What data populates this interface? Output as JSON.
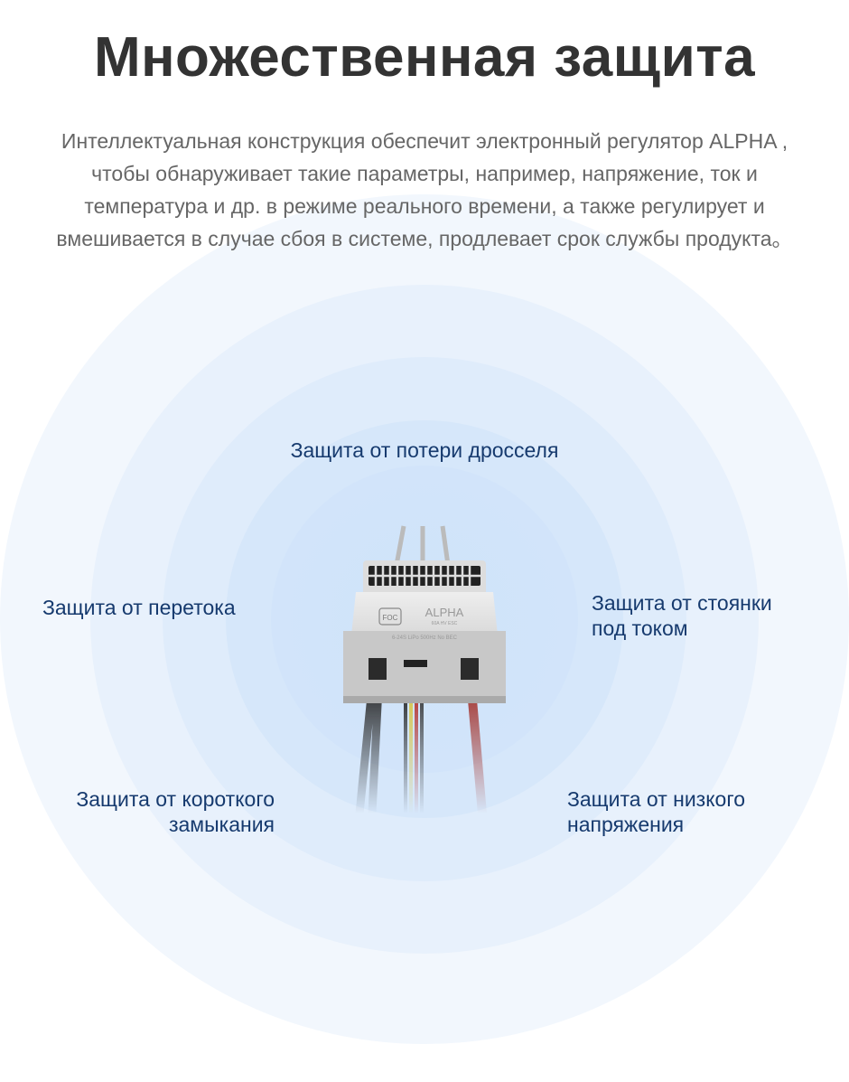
{
  "title": "Множественная защита",
  "intro": "Интеллектуальная конструкция обеспечит электронный регулятор ALPHA , чтобы обнаруживает такие параметры, например, напряжение, ток и температура и др. в режиме реального времени, а также регулирует и вмешивается в случае сбоя в системе, продлевает срок службы продукта。",
  "features": {
    "throttle_loss": "Защита от потери дросселя",
    "overcurrent": "Защита от перетока",
    "stall": "Защита от стоянки под током",
    "short_circuit": "Защита от короткого замыкания",
    "low_voltage": "Защита от низкого напряжения"
  },
  "product": {
    "badge": "FOC",
    "name": "ALPHA",
    "model": "60A HV ESC",
    "spec": "6-24S LiPo 500Hz No BEC"
  },
  "colors": {
    "title": "#333333",
    "label": "#163a6e",
    "ring": "#d6e7fa"
  }
}
